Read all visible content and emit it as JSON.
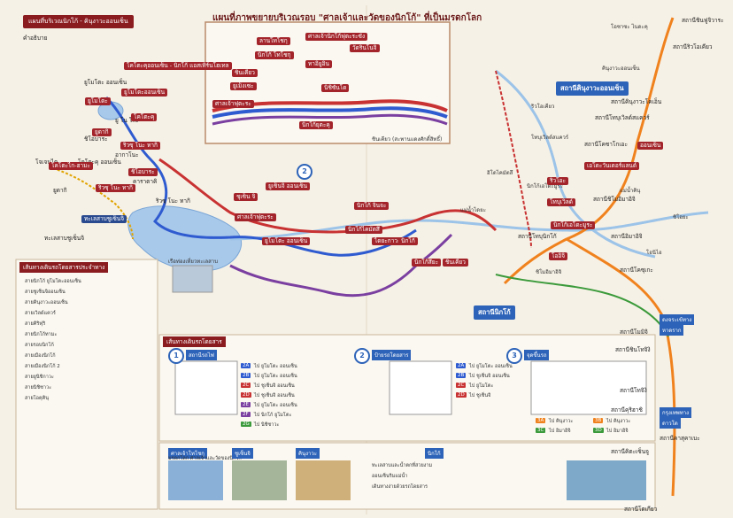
{
  "header": {
    "tab_title": "แผนที่บริเวณนิกโก้ - คินุงาวะออนเซ็น",
    "main_title": "แผนที่ภาพขยายบริเวณรอบ \"ศาลเจ้าและวัดของนิกโก้\" ที่เป็นมรดกโลก",
    "legend_label": "คำอธิบาย"
  },
  "colors": {
    "route_red": "#c83232",
    "route_blue": "#2f5bd0",
    "route_orange": "#f0821e",
    "route_purple": "#7a3fa0",
    "route_green": "#3b9a3b",
    "river": "#8fb8e0",
    "station_box": "#2d63b8",
    "label_red": "#a3242a"
  },
  "left_spots": [
    {
      "text": "ยูโมโตะ ออนเซ็น"
    },
    {
      "text": "ยู โน โกะ"
    },
    {
      "text": "โคโตะคุ ออนเซ็น"
    },
    {
      "text": "ยูดากิ"
    },
    {
      "text": "ริวซุ โนะ ทากิ"
    },
    {
      "text": "คาราตาคิ"
    },
    {
      "text": "โจเจนไต"
    },
    {
      "text": "ทะเลสาบชูเซ็นจิ"
    },
    {
      "text": "ชิโอบาระ"
    },
    {
      "text": "อากาโนะ"
    }
  ],
  "left_tags": [
    {
      "text": "โคโตะคุออนเซ็น - นิกโก้ แอสเทิร์นโฮเทล"
    },
    {
      "text": "ยูโมโตะออนเซ็น"
    },
    {
      "text": "ยูโมโตะ"
    },
    {
      "text": "โคโตะคุ"
    },
    {
      "text": "ยูดากิ"
    },
    {
      "text": "ริวซุ โนะ ทากิ"
    },
    {
      "text": "โคโตะไก-ฮามะ"
    },
    {
      "text": "ชิโอบาระ"
    },
    {
      "text": "ริวซุ โนะ ทากิ"
    },
    {
      "text": "ทะเลสาบชูเซ็นจิ"
    }
  ],
  "center_tags": [
    {
      "text": "ยูเซ็นจิ ออนเซ็น"
    },
    {
      "text": "ชุเซ็น จิ"
    },
    {
      "text": "ศาลเจ้าฟุตะระ"
    },
    {
      "text": "ยูโมโตะ ออนเซ็น"
    },
    {
      "text": "นิกโก้ไคมัตสึ"
    },
    {
      "text": "ไดยะกาวะ"
    },
    {
      "text": "นิกโก้"
    },
    {
      "text": "นิกโก้สึยะ"
    },
    {
      "text": "ชินเคียว"
    },
    {
      "text": "นิกโก้ จินจะ"
    }
  ],
  "inset": {
    "tags": [
      {
        "text": "ศาลเจ้านิกโก้ฟุตะระซัง"
      },
      {
        "text": "ลานโทโชกุ"
      },
      {
        "text": "นิกโก้ โทโชกุ"
      },
      {
        "text": "วัดรินโนจิ"
      },
      {
        "text": "ทาอิยูอิน"
      },
      {
        "text": "ชินเคียว"
      },
      {
        "text": "ยูเม็งเซะ"
      },
      {
        "text": "นิชิซันโด"
      },
      {
        "text": "ศาลเจ้าฟุตะระ"
      },
      {
        "text": "นิกโก้ยุตะคุ"
      }
    ],
    "note": "ชินเคียว (สะพานแดงศักดิ์สิทธิ์)"
  },
  "right_stations": [
    {
      "text": "สถานีชินฟูจิวาระ",
      "kind": "plain"
    },
    {
      "text": "สถานีริวโอเคียว",
      "kind": "plain"
    },
    {
      "text": "สถานีคินุงาวะออนเซ็น",
      "kind": "box"
    },
    {
      "text": "สถานีคินุงาวะโคเอ็น",
      "kind": "plain"
    },
    {
      "text": "สถานีโทบุเวิลด์สแควร์",
      "kind": "plain"
    },
    {
      "text": "สถานีโคซาโกเอะ",
      "kind": "plain"
    },
    {
      "text": "สถานีชิโมอิมาอิจิ",
      "kind": "plain"
    },
    {
      "text": "สถานีโทบุนิกโก้",
      "kind": "plain"
    },
    {
      "text": "สถานีอิมาอิจิ",
      "kind": "plain"
    },
    {
      "text": "สถานีนิกโก้",
      "kind": "box"
    },
    {
      "text": "สถานีโคซุเกะ",
      "kind": "plain"
    },
    {
      "text": "สถานีโมมิจิ",
      "kind": "plain"
    },
    {
      "text": "สถานีชินโทจิงิ",
      "kind": "plain"
    },
    {
      "text": "สถานีโทจิงิ",
      "kind": "plain"
    },
    {
      "text": "สถานีคุริฮาชิ",
      "kind": "plain"
    },
    {
      "text": "สถานีคาสุคาเบะ",
      "kind": "plain"
    },
    {
      "text": "สถานีคิตะเซ็นจู",
      "kind": "plain"
    },
    {
      "text": "สถานีโตเกียว",
      "kind": "plain"
    }
  ],
  "right_spots": [
    {
      "text": "โอซาซะ ไนดะคุ"
    },
    {
      "text": "คินุงาวะออนเซ็น"
    },
    {
      "text": "ริวโอเคียว"
    },
    {
      "text": "โทบุเวิลด์สแควร์"
    },
    {
      "text": "อิโดไคมัตสึ"
    },
    {
      "text": "นิกโก้เอโดะมูระ"
    },
    {
      "text": "ชิโอยะ"
    },
    {
      "text": "ชิโมอิมาอิจิ"
    },
    {
      "text": "โอนิไอ"
    }
  ],
  "right_tags": [
    {
      "text": "ริวโอะ"
    },
    {
      "text": "โทบุเวิลด์"
    },
    {
      "text": "ออนเซ็น"
    },
    {
      "text": "เอโดะวันเดอร์แลนด์"
    },
    {
      "text": "นิกโก้เอโดะมูระ"
    },
    {
      "text": "โออิจิ"
    }
  ],
  "lower_left": {
    "heading": "เส้นทางเดินรถโดยสารประจำทาง",
    "rows": [
      {
        "text": "สายนิกโก้ ยูโมโตะออนเซ็น"
      },
      {
        "text": "สายชูเซ็นจิออนเซ็น"
      },
      {
        "text": "สายคินุงาวะออนเซ็น"
      },
      {
        "text": "สายเวิลด์แควร์"
      },
      {
        "text": "สายคิริฟุริ"
      },
      {
        "text": "สายนิกโก้ทามะ"
      },
      {
        "text": "สายรอบนิกโก้"
      },
      {
        "text": "สายเมืองนิกโก้"
      },
      {
        "text": "สายเมืองนิกโก้ 2"
      },
      {
        "text": "สายยูนิชิกาวะ"
      },
      {
        "text": "สายนิชิซาวะ"
      },
      {
        "text": "สายโอคุคินุ"
      }
    ]
  },
  "route_panel": {
    "heading": "เส้นทางเดินรถโดยสาร",
    "section1": "สถานีรถไฟ",
    "section2": "ป้ายรถโดยสาร",
    "section3": "จุดขึ้นรถ",
    "num1": "1",
    "num2": "2",
    "num3": "3",
    "rows": [
      {
        "code": "2A",
        "text": "ไป ยูโมโตะ ออนเซ็น"
      },
      {
        "code": "2B",
        "text": "ไป ยูโมโตะ ออนเซ็น"
      },
      {
        "code": "2C",
        "text": "ไป ชูเซ็นจิ ออนเซ็น"
      },
      {
        "code": "2D",
        "text": "ไป ชูเซ็นจิ ออนเซ็น"
      },
      {
        "code": "2E",
        "text": "ไป ยูโมโตะ ออนเซ็น"
      },
      {
        "code": "2F",
        "text": "ไป นิกโก้ ยูโมโตะ"
      },
      {
        "code": "2G",
        "text": "ไป นิชิซาวะ"
      }
    ],
    "rows2": [
      {
        "code": "2A",
        "text": "ไป ยูโมโตะ ออนเซ็น"
      },
      {
        "code": "2B",
        "text": "ไป ชูเซ็นจิ ออนเซ็น"
      },
      {
        "code": "2C",
        "text": "ไป ยูโมโตะ"
      },
      {
        "code": "2D",
        "text": "ไป ชูเซ็นจิ"
      }
    ],
    "rows3": [
      {
        "code": "3A",
        "text": "ไป คินุงาวะ"
      },
      {
        "code": "3B",
        "text": "ไป คินุงาวะ"
      },
      {
        "code": "3C",
        "text": "ไป อิมาอิจิ"
      },
      {
        "code": "3D",
        "text": "ไป อิมาอิจิ"
      }
    ]
  },
  "info_cards": [
    {
      "title": "ศาลเจ้าโทโชกุ",
      "body": "มรดกโลก ศาลเจ้าและวัดของนิกโก้"
    },
    {
      "title": "ชูเซ็นจิ",
      "body": "ทะเลสาบและน้ำตกที่สวยงาม"
    },
    {
      "title": "คินุงาวะ",
      "body": "ออนเซ็นริมแม่น้ำ"
    },
    {
      "title": "นิกโก้",
      "body": "เดินทางง่ายด้วยรถโดยสาร"
    }
  ],
  "lower_right": {
    "line1": "ดงจระเข้ทาง",
    "line2": "หาดราก",
    "line3": "กรุงเทพทาง",
    "line4": "ดาวโด"
  },
  "misc": {
    "ferry_note": "เรือท่องเที่ยวทะเลสาบ",
    "river_note": "แม่น้ำไดยะ",
    "kinu_river": "แม่น้ำคินุ"
  }
}
